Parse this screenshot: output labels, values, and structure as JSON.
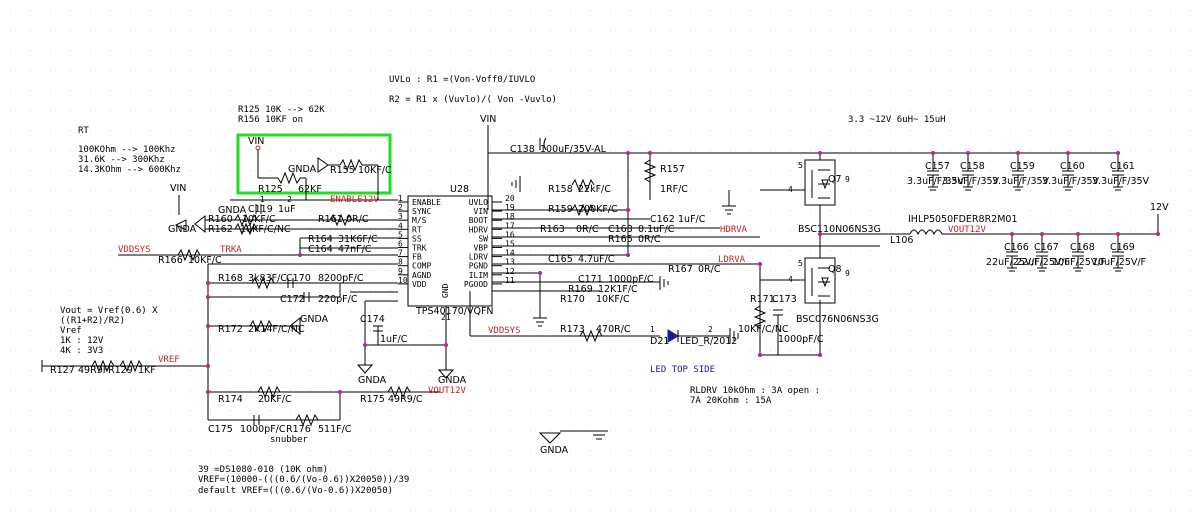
{
  "notes": {
    "rt_title": "RT",
    "rt_1": "100KOhm --> 100Khz",
    "rt_2": "31.6K --> 300Khz",
    "rt_3": "14.3KOhm --> 600Khz",
    "r125_a": "R125 10K --> 62K",
    "r125_b": "R156 10KF on",
    "uvlo_1": "UVLo : R1 =(Von-Voff0/IUVLO",
    "uvlo_2": "R2 = R1 x (Vuvlo)/( Von -Vuvlo)",
    "vout_1": "Vout = Vref(0.6) X",
    "vout_2": "((R1+R2)/R2)",
    "vout_3": "Vref",
    "vout_4": "1K : 12V",
    "vout_5": "4K : 3V3",
    "range": "3.3 ~12V 6uH~ 15uH",
    "led_side": "LED TOP SIDE",
    "rldrv_1": "RLDRV  10kOhm : 3A open :",
    "rldrv_2": "7A 20Kohm : 15A",
    "snubber": "snubber",
    "bottom_1": "39 =DS1080-010 (10K ohm)",
    "bottom_2": "VREF=(10000-(((0.6/(Vo-0.6))X20050))/39",
    "bottom_3": "default  VREF=(((0.6/(Vo-0.6))X20050)"
  },
  "ic": {
    "ref": "U28",
    "part": "TPS40170/VQFN",
    "gnd_pin": "GND",
    "pin21": "21",
    "left_pins": [
      {
        "num": "1",
        "name": "ENABLE"
      },
      {
        "num": "2",
        "name": "SYNC"
      },
      {
        "num": "3",
        "name": "M/S"
      },
      {
        "num": "4",
        "name": "RT"
      },
      {
        "num": "5",
        "name": "SS"
      },
      {
        "num": "6",
        "name": "TRK"
      },
      {
        "num": "7",
        "name": "FB"
      },
      {
        "num": "8",
        "name": "COMP"
      },
      {
        "num": "9",
        "name": "AGND"
      },
      {
        "num": "10",
        "name": "VDD"
      }
    ],
    "right_pins": [
      {
        "num": "20",
        "name": "UVLO"
      },
      {
        "num": "19",
        "name": "VIN"
      },
      {
        "num": "18",
        "name": "BOOT"
      },
      {
        "num": "17",
        "name": "HDRV"
      },
      {
        "num": "16",
        "name": "SW"
      },
      {
        "num": "15",
        "name": "VBP"
      },
      {
        "num": "14",
        "name": "LDRV"
      },
      {
        "num": "13",
        "name": "PGND"
      },
      {
        "num": "12",
        "name": "ILIM"
      },
      {
        "num": "11",
        "name": "PGOOD"
      }
    ]
  },
  "parts": {
    "r125": "R125",
    "r125_val": "62KF",
    "r155": "R155",
    "r155_val": "10KF/C",
    "c119": "C119",
    "c119_val": "1uF",
    "r160": "R160",
    "r160_val": "10KF/C",
    "r161": "R161",
    "r161_val": "0R/C",
    "r162": "R162",
    "r162_val": "10KF/C/NC",
    "r164a": "R164",
    "r164a_val": "31K6F/C",
    "c164": "C164",
    "c164_val": "47nF/C",
    "r166": "R166",
    "r166_val": "10KF/C",
    "r168": "R168",
    "r168_val": "3k83F/C",
    "c170": "C170",
    "c170_val": "8200pF/C",
    "c172": "C172",
    "c172_val": "220pF/C",
    "r172": "R172",
    "r172_val": "2K14F/C/NC",
    "c174": "C174",
    "c174_val": "1uF/C",
    "r127": "R127",
    "r127_val": "49R9F",
    "r129": "R129",
    "r129_val": "1KF",
    "r174": "R174",
    "r174_val": "20KF/C",
    "r175": "R175",
    "r175_val": "49R9/C",
    "c175": "C175",
    "c175_val": "1000pF/C",
    "r176": "R176",
    "r176_val": "511F/C",
    "c138": "C138",
    "c138_val": "100uF/35V-AL",
    "r157": "R157",
    "r157_val": "1RF/C",
    "r158": "R158",
    "r158_val": "22kF/C",
    "r159": "R159",
    "r159_val": "200KF/C",
    "c162": "C162",
    "c162_val": "1uF/C",
    "r163": "R163",
    "r163_val": "0R/C",
    "c163": "C163",
    "c163_val": "0.1uF/C",
    "r165": "R165",
    "r165_val": "0R/C",
    "c165": "C165",
    "c165_val": "4.7uF/C",
    "r167": "R167",
    "r167_val": "0R/C",
    "c171": "C171",
    "c171_val": "1000pF/C",
    "r169": "R169",
    "r169_val": "12K1F/C",
    "r170": "R170",
    "r170_val": "10KF/C",
    "r173": "R173",
    "r173_val": "470R/C",
    "r171": "R171",
    "r171_val": "10KF/C/NC",
    "c173": "C173",
    "c173_val": "1000pF/C",
    "d21": "D21",
    "d21_val": "LED_R/2012",
    "q7": "Q7",
    "q7_part": "BSC110N06NS3G",
    "q8": "Q8",
    "q8_part": "BSC076N06NS3G",
    "l106": "L106",
    "l106_part": "IHLP5050FDER8R2M01",
    "c157": "C157",
    "c158": "C158",
    "c159": "C159",
    "c160": "C160",
    "c161": "C161",
    "cap_33": "3.3uF/F/35V",
    "c166": "C166",
    "c167": "C167",
    "c168": "C168",
    "c169": "C169",
    "cap_22": "22uF/25V/F",
    "cap_10": "10uF/25V/F"
  },
  "nets": {
    "vin": "VIN",
    "gnda": "GNDA",
    "enable12v": "ENABLE12V",
    "vddsys": "VDDSYS",
    "trka": "TRKA",
    "vref": "VREF",
    "vout12v": "VOUT12V",
    "hdrva": "HDRVA",
    "ldrva": "LDRVA",
    "v12": "12V"
  },
  "pin_nums": {
    "one": "1",
    "two": "2",
    "four": "4",
    "five": "5",
    "nine": "9"
  },
  "colors": {
    "highlight": "#22dd22",
    "wire": "#000000",
    "net_red": "#cc2020",
    "junction": "#c0208a",
    "grid": "#c8c8c8"
  }
}
